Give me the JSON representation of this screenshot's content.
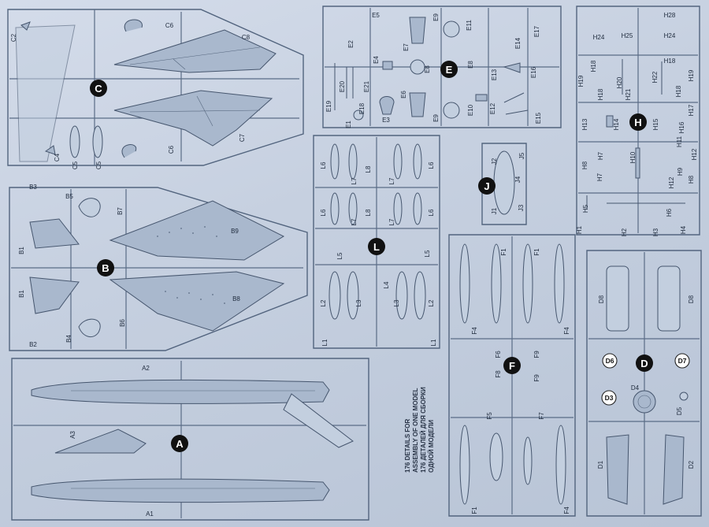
{
  "sheet": {
    "description_lines": [
      "176 DETAILS FOR",
      "ASSEMBLY OF ONE MODEL",
      "176 ДЕТАЛЕЙ ДЛЯ СБОРКИ",
      "ОДНОЙ МОДЕЛИ"
    ]
  },
  "sprues": {
    "C": {
      "badge": "C",
      "labels": [
        "C2",
        "C8",
        "C6",
        "C7",
        "C6",
        "C4",
        "C5",
        "C5"
      ]
    },
    "B": {
      "badge": "B",
      "labels": [
        "B3",
        "B5",
        "B7",
        "B1",
        "B9",
        "B1",
        "B8",
        "B6",
        "B4",
        "B2"
      ]
    },
    "A": {
      "badge": "A",
      "labels": [
        "A2",
        "A3",
        "A1"
      ]
    },
    "E": {
      "badge": "E",
      "labels": [
        "E5",
        "E9",
        "E11",
        "E17",
        "E2",
        "E4",
        "E14",
        "E20",
        "E21",
        "E8",
        "E13",
        "E16",
        "E19",
        "E18",
        "E6",
        "E10",
        "E12",
        "E1",
        "E3",
        "E9",
        "E15",
        "E7",
        "E8"
      ]
    },
    "H": {
      "badge": "H",
      "labels": [
        "H28",
        "H24",
        "H25",
        "H24",
        "H18",
        "H20",
        "H18",
        "H19",
        "H22",
        "H19",
        "H18",
        "H21",
        "H18",
        "H17",
        "H13",
        "H14",
        "H15",
        "H16",
        "H7",
        "H10",
        "H11",
        "H12",
        "H8",
        "H7",
        "H9",
        "H8",
        "H12",
        "H5",
        "H6",
        "H1",
        "H2",
        "H3",
        "H4"
      ]
    },
    "L": {
      "badge": "L",
      "labels": [
        "L6",
        "L7",
        "L8",
        "L7",
        "L6",
        "L6",
        "L7",
        "L8",
        "L7",
        "L6",
        "L5",
        "L5",
        "L4",
        "L2",
        "L3",
        "L3",
        "L2",
        "L1",
        "L1"
      ]
    },
    "J": {
      "badge": "J",
      "labels": [
        "J2",
        "J5",
        "J4",
        "J1",
        "J3"
      ]
    },
    "F": {
      "badge": "F",
      "labels": [
        "F1",
        "F1",
        "F4",
        "F4",
        "F6",
        "F9",
        "F8",
        "F9",
        "F5",
        "F7",
        "F1",
        "F4"
      ]
    },
    "D": {
      "badge": "D",
      "labels": [
        "D8",
        "D8",
        "D6",
        "D7",
        "D3",
        "D4",
        "D5",
        "D1",
        "D2"
      ]
    }
  }
}
